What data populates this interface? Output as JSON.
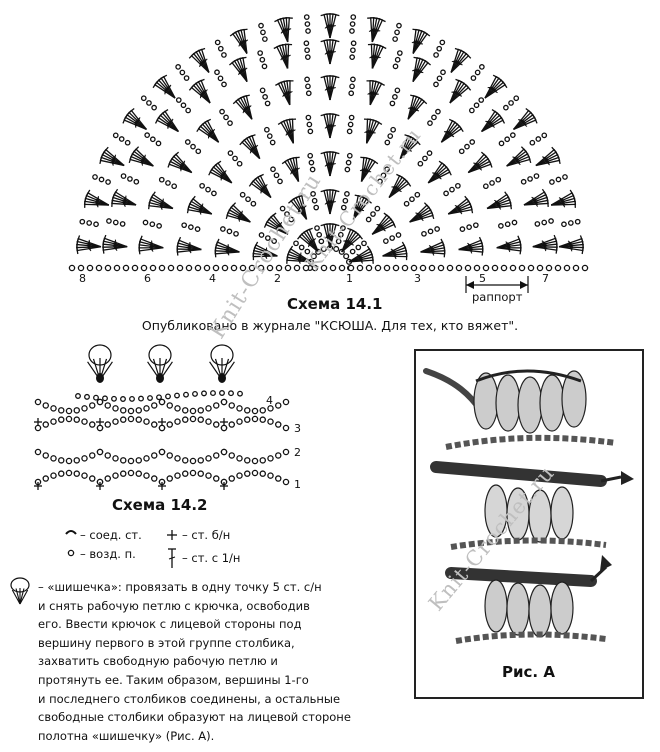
{
  "scheme1": {
    "caption": "Схема 14.1",
    "published": "Опубликовано в журнале \"КСЮША. Для тех, кто вяжет\".",
    "row_numbers": [
      "8",
      "6",
      "4",
      "2",
      "1",
      "3",
      "5",
      "7"
    ],
    "rapport_label": "раппорт"
  },
  "scheme2": {
    "caption": "Схема 14.2",
    "row_numbers": [
      "4",
      "3",
      "2",
      "1"
    ]
  },
  "legend": {
    "sl_st": "– соед. ст.",
    "ch": "– возд. п.",
    "sc": "– ст. б/н",
    "dc": "– ст. с 1/н"
  },
  "bobble_description": "– «шишечка»: провязать в одну точку 5 ст. с/н\nи снять рабочую петлю с крючка, освободив\nего. Ввести крючок с лицевой стороны под\nвершину первого в этой группе столбика,\nзахватить свободную рабочую петлю и\nпротянуть ее. Таким образом, вершины 1-го\nи последнего столбиков соединены, а остальные\nсвободные столбики образуют на лицевой стороне\nполотна «шишечку» (Рис. А).",
  "figure_caption": "Рис. А",
  "watermarks": [
    "Knit-Crochet.ru",
    "Knit-Crochet.ru",
    "Knit-Crochet.ru"
  ]
}
